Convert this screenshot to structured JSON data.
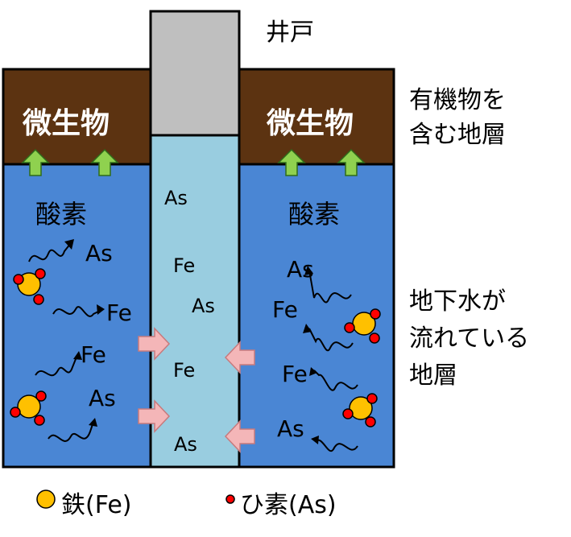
{
  "well_label": "井戸",
  "microbe_label": "微生物",
  "oxygen_label": "酸素",
  "organic_layer_label": [
    "有機物を",
    "含む地層"
  ],
  "aquifer_label": [
    "地下水が",
    "流れている",
    "地層"
  ],
  "element_as": "As",
  "element_fe": "Fe",
  "legend": {
    "iron": "鉄(Fe)",
    "arsenic": "ひ素(As)"
  },
  "colors": {
    "soil": "#5c3311",
    "aquifer": "#4a86d4",
    "well_water": "#99cde0",
    "well_top": "#bfbfbf",
    "arrow_green": "#8fd14f",
    "arrow_pink": "#f4b6b8",
    "iron": "#ffc000",
    "arsenic": "#ff0000"
  }
}
